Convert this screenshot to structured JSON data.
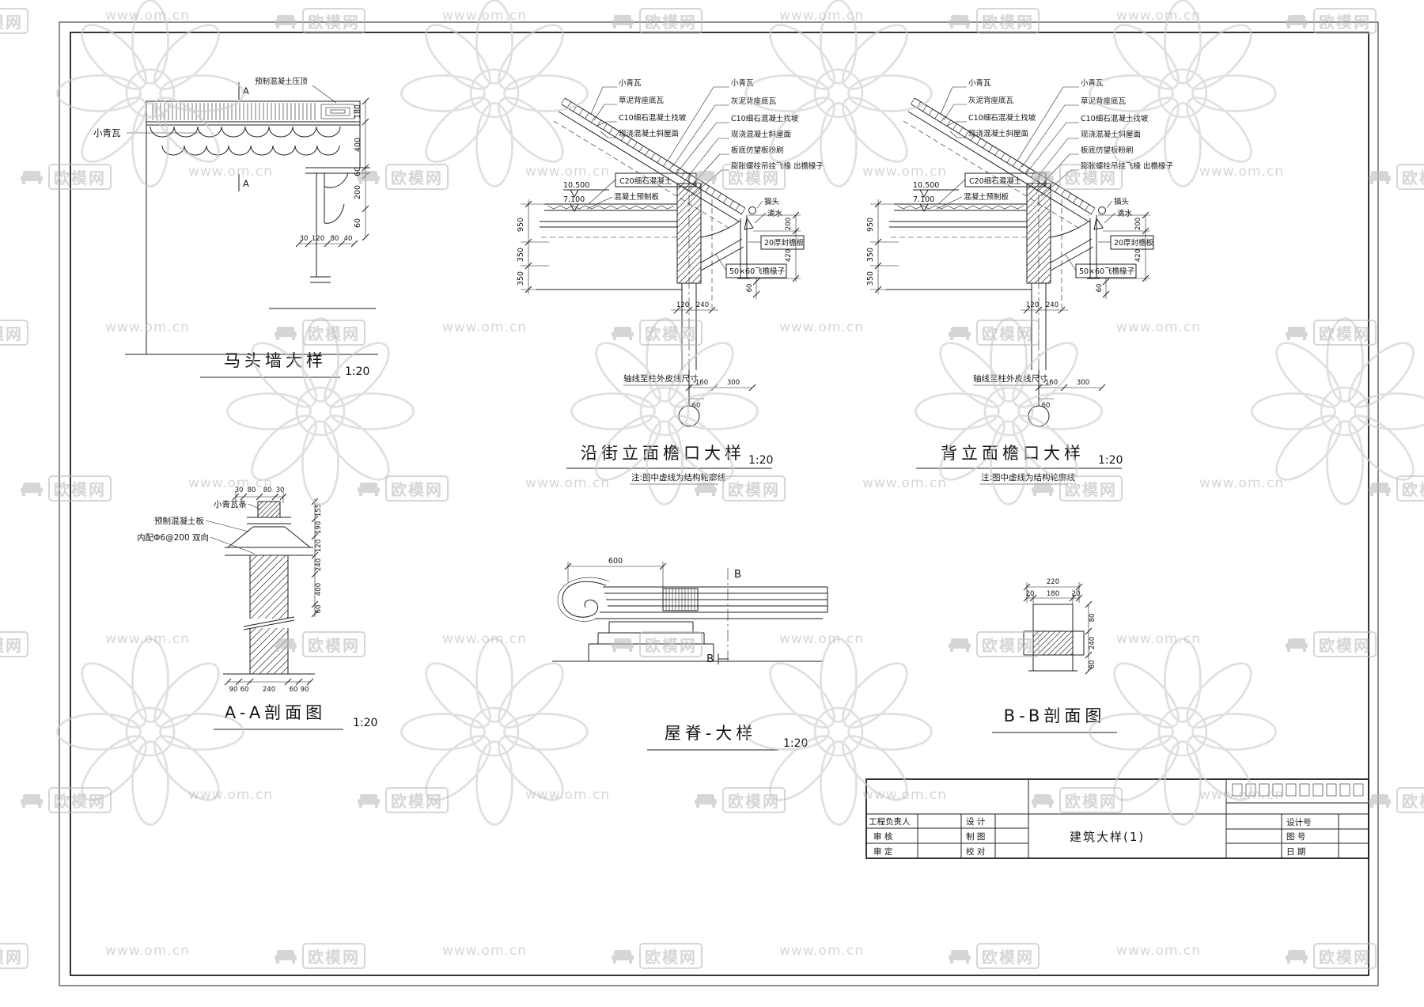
{
  "watermark": {
    "brand": "欧模网",
    "url": "www.om.cn"
  },
  "d1": {
    "title": "马头墙大样",
    "scale": "1:20",
    "tile_label": "小青瓦",
    "coping_label": "预制混凝土压顶",
    "marker_top": "A",
    "marker_bottom": "A",
    "dims_right": [
      "180",
      "400",
      "60",
      "200",
      "60"
    ],
    "dims_bottom": [
      "30",
      "120",
      "80",
      "40"
    ]
  },
  "d2": {
    "title": "沿街立面檐口大样",
    "scale": "1:20",
    "note": "注:图中虚线为结构轮廓线",
    "axis_note": "轴线至柱外皮线尺寸",
    "levels": [
      "10.500",
      "7.100"
    ],
    "left_labels": [
      "小青瓦",
      "草泥背座底瓦",
      "C10细石混凝土找坡",
      "现浇混凝土斜屋面"
    ],
    "left_boxed": "C20细石混凝土",
    "left_slab": "混凝土预制板",
    "right_labels": [
      "小青瓦",
      "灰泥背座底瓦",
      "C10细石混凝土找坡",
      "现浇混凝土斜屋面",
      "板底仿望板粉刷",
      "膨胀螺栓吊挂飞椽 出檐椽子"
    ],
    "eave_head": "猫头",
    "eave_drip": "滴水",
    "fascia_box": "20厚封檐板",
    "rafter_box": "50×60飞檐椽子",
    "dims_left": [
      "950",
      "350",
      "350"
    ],
    "dims_col": [
      "120",
      "240"
    ],
    "dims_foot": [
      "160",
      "300",
      "60"
    ],
    "dims_right": [
      "200",
      "420",
      "60"
    ]
  },
  "d3": {
    "title": "背立面檐口大样",
    "scale": "1:20",
    "note": "注:图中虚线为结构轮廓线",
    "axis_note": "轴线至柱外皮线尺寸",
    "levels": [
      "10.500",
      "7.100"
    ],
    "left_labels": [
      "小青瓦",
      "灰泥背座底瓦",
      "C10细石混凝土找坡",
      "现浇混凝土斜屋面"
    ],
    "left_boxed": "C20细石混凝土",
    "left_slab": "混凝土预制板",
    "right_labels": [
      "小青瓦",
      "草泥背座底瓦",
      "C10细石混凝土找坡",
      "现浇混凝土斜屋面",
      "板底仿望板粉刷",
      "膨胀螺栓吊挂飞椽 出檐椽子"
    ],
    "eave_head": "猫头",
    "eave_drip": "滴水",
    "fascia_box": "20厚封檐板",
    "rafter_box": "50×60飞檐椽子",
    "dims_left": [
      "950",
      "350",
      "350"
    ],
    "dims_col": [
      "120",
      "240"
    ],
    "dims_foot": [
      "160",
      "300",
      "60"
    ],
    "dims_right": [
      "200",
      "420",
      "60"
    ]
  },
  "d4": {
    "title": "A-A剖面图",
    "scale": "1:20",
    "label_top": "小青瓦条",
    "label_slab": "预制混凝土板",
    "label_rebar": "内配Φ6@200 双向",
    "dims_top": [
      "30",
      "80",
      "80",
      "30"
    ],
    "dims_right": [
      "155",
      "190",
      "120",
      "240",
      "400",
      "60"
    ],
    "dims_bottom": [
      "90",
      "60",
      "240",
      "60",
      "90"
    ]
  },
  "d5": {
    "title": "屋脊-大样",
    "scale": "1:20",
    "dim_top": "600",
    "marker_top": "B",
    "marker_bottom": "B"
  },
  "d6": {
    "title": "B-B剖面图",
    "dim_total": "220",
    "dims_top": [
      "20",
      "180",
      "20"
    ],
    "dims_right": [
      "80",
      "240",
      "80"
    ]
  },
  "titleblock": {
    "drawing_name": "建筑大样(1)",
    "fields": [
      "工程负责人",
      "审 核",
      "审 定",
      "设 计",
      "制 图",
      "校 对"
    ],
    "right_fields": [
      "设计号",
      "图 号",
      "日 期"
    ]
  }
}
